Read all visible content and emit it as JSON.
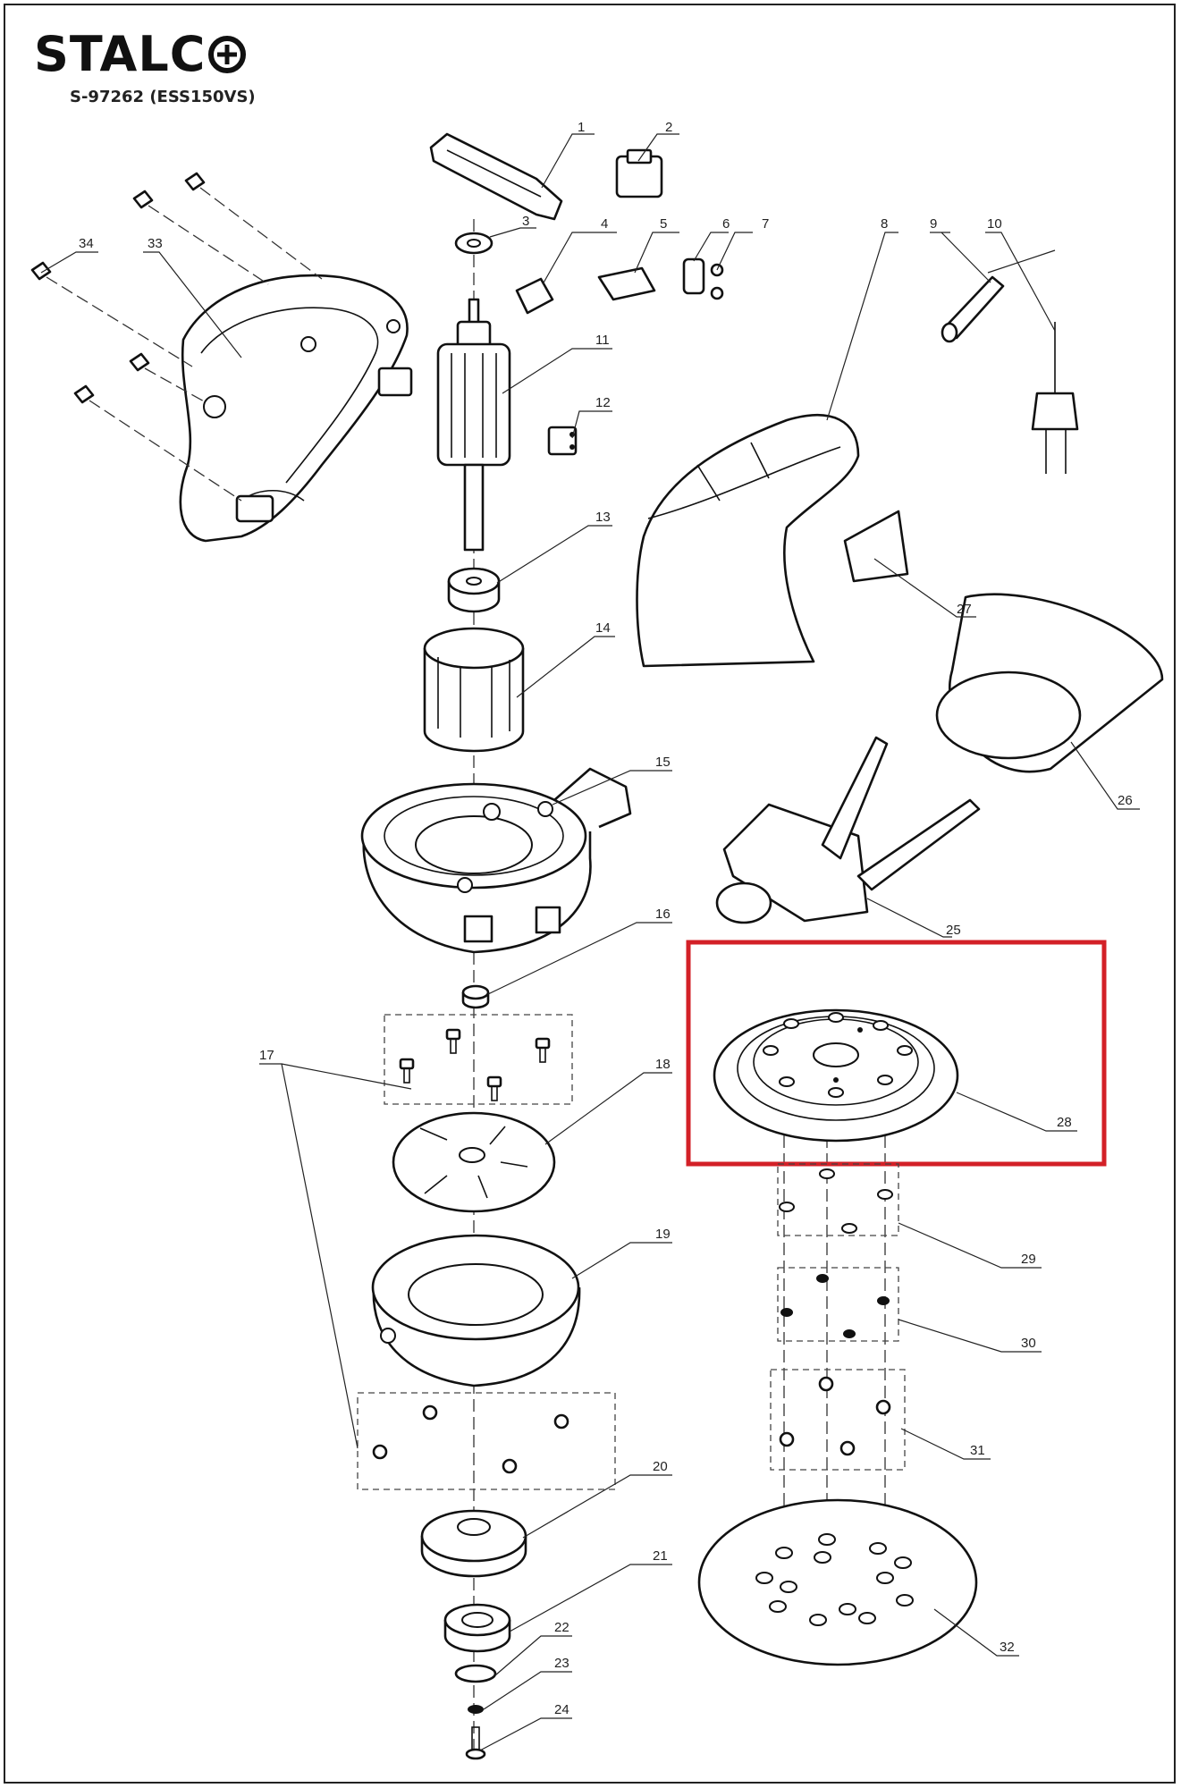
{
  "header": {
    "brand": "STALC",
    "brand_symbol": "plus-circle-icon",
    "model": "S-97262 (ESS150VS)"
  },
  "highlight": {
    "color": "#d32027",
    "part": "28"
  },
  "labels": {
    "p1": "1",
    "p2": "2",
    "p3": "3",
    "p4": "4",
    "p5": "5",
    "p6": "6",
    "p7": "7",
    "p8": "8",
    "p9": "9",
    "p10": "10",
    "p11": "11",
    "p12": "12",
    "p13": "13",
    "p14": "14",
    "p15": "15",
    "p16": "16",
    "p17": "17",
    "p18": "18",
    "p19": "19",
    "p20": "20",
    "p21": "21",
    "p22": "22",
    "p23": "23",
    "p24": "24",
    "p25": "25",
    "p26": "26",
    "p27": "27",
    "p28": "28",
    "p29": "29",
    "p30": "30",
    "p31": "31",
    "p32": "32",
    "p33": "33",
    "p34": "34"
  }
}
